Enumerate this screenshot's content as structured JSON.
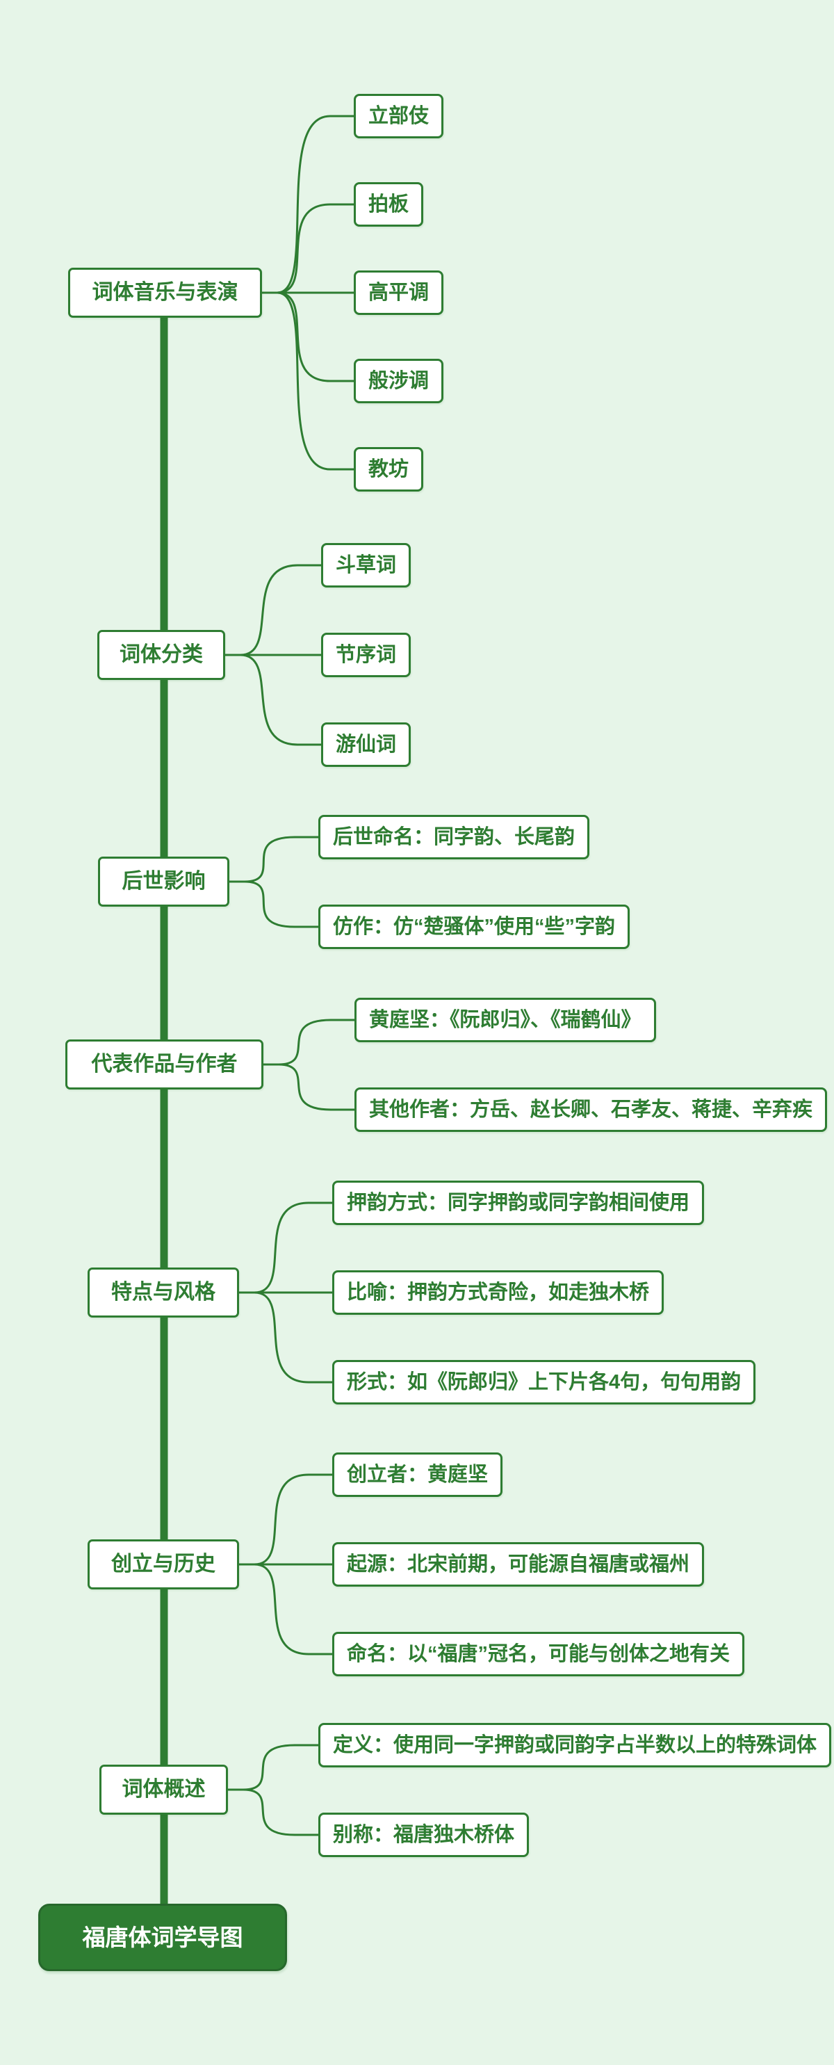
{
  "title": "福唐体词学导图",
  "canvas": {
    "background": "#e6f5e8",
    "line_color": "#2e7d32",
    "node_border_color": "#2e7d32",
    "node_fill": "#ffffff",
    "node_text_color": "#2e7d32",
    "root_fill": "#2e7d32",
    "root_text_color": "#ffffff"
  },
  "root": {
    "label": "福唐体词学导图"
  },
  "sections": [
    {
      "label": "词体音乐与表演",
      "children": [
        "立部伎",
        "拍板",
        "高平调",
        "般涉调",
        "教坊"
      ]
    },
    {
      "label": "词体分类",
      "children": [
        "斗草词",
        "节序词",
        "游仙词"
      ]
    },
    {
      "label": "后世影响",
      "children": [
        "后世命名：同字韵、长尾韵",
        "仿作：仿“楚骚体”使用“些”字韵"
      ]
    },
    {
      "label": "代表作品与作者",
      "children": [
        "黄庭坚：《阮郎归》、《瑞鹤仙》",
        "其他作者：方岳、赵长卿、石孝友、蒋捷、辛弃疾"
      ]
    },
    {
      "label": "特点与风格",
      "children": [
        "押韵方式：同字押韵或同字韵相间使用",
        "比喻：押韵方式奇险，如走独木桥",
        "形式：如《阮郎归》上下片各4句，句句用韵"
      ]
    },
    {
      "label": "创立与历史",
      "children": [
        "创立者：黄庭坚",
        "起源：北宋前期，可能源自福唐或福州",
        "命名：以“福唐”冠名，可能与创体之地有关"
      ]
    },
    {
      "label": "词体概述",
      "children": [
        "定义：使用同一字押韵或同韵字占半数以上的特殊词体",
        "别称：福唐独木桥体"
      ]
    }
  ]
}
